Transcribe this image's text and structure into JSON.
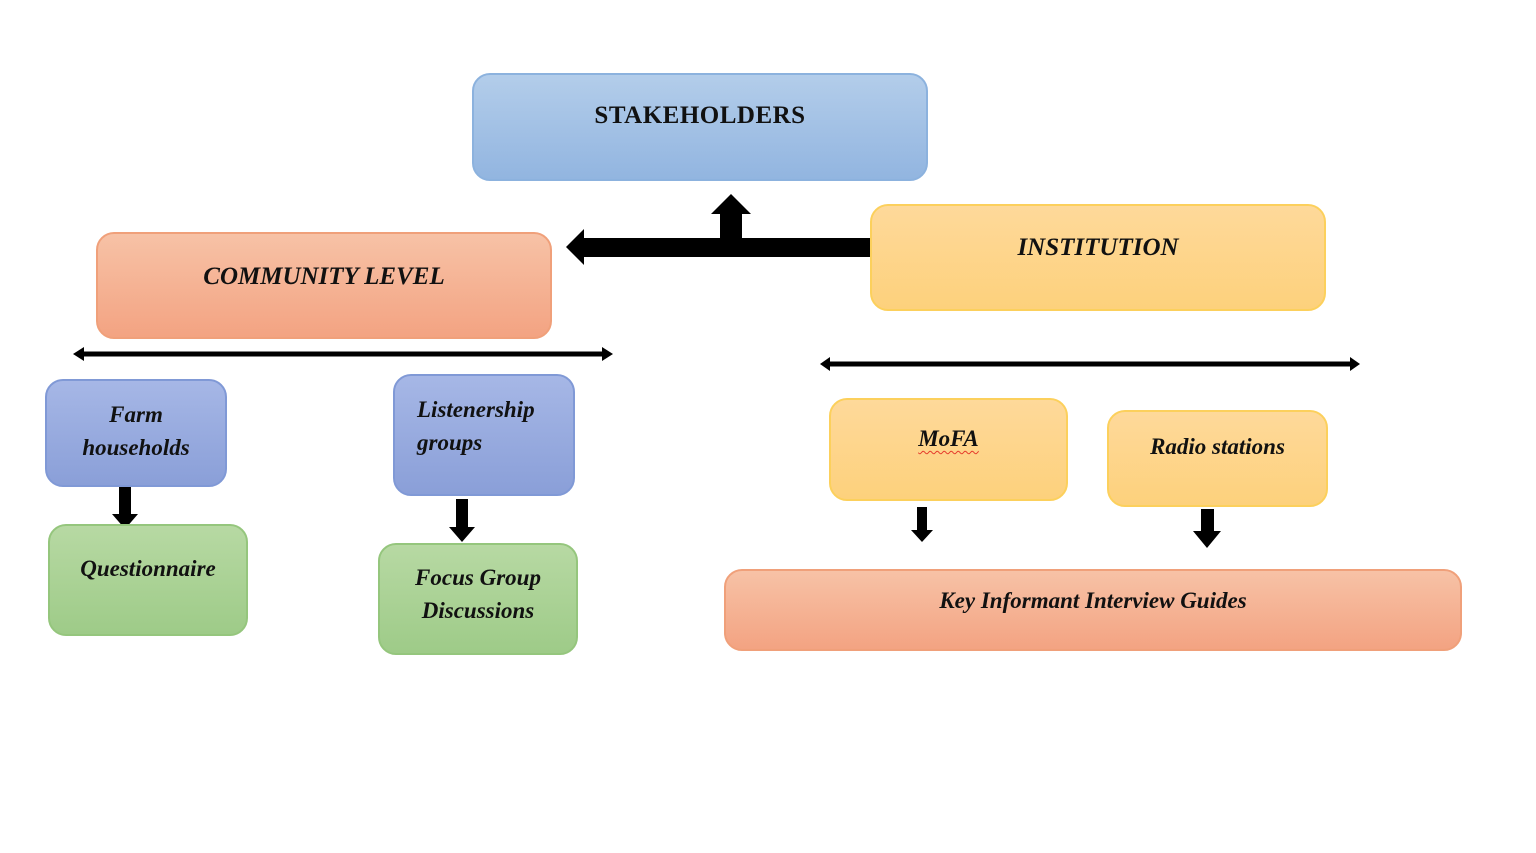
{
  "diagram": {
    "root": {
      "label": "STAKEHOLDERS"
    },
    "branches": {
      "community": {
        "label": "COMMUNITY LEVEL",
        "children": [
          {
            "lines": [
              "Farm",
              "households"
            ],
            "instrument": [
              "Questionnaire"
            ]
          },
          {
            "lines": [
              "Listenership",
              "groups"
            ],
            "instrument": [
              "Focus Group",
              "Discussions"
            ]
          }
        ]
      },
      "institution": {
        "label": "INSTITUTION",
        "children": [
          {
            "label": "MoFA"
          },
          {
            "label": "Radio stations"
          }
        ],
        "instrument": "Key Informant Interview Guides"
      }
    }
  },
  "colors": {
    "root_fill": "#a3c2e6",
    "community_fill": "#f5b393",
    "institution_fill": "#fdd58b",
    "group_fill": "#98abdf",
    "instrument_fill": "#abd296",
    "arrow": "#000000"
  }
}
